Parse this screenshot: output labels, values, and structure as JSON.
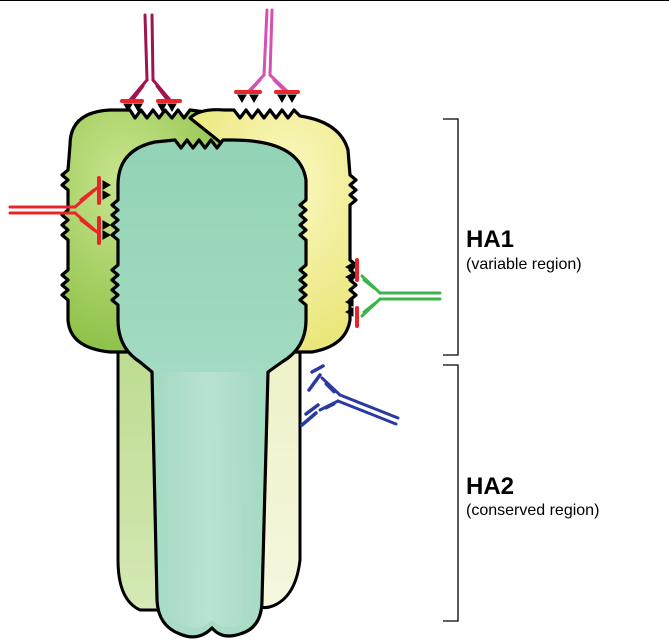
{
  "regions": [
    {
      "title": "HA1",
      "subtitle": "(variable region)"
    },
    {
      "title": "HA2",
      "subtitle": "(conserved region)"
    }
  ],
  "colors": {
    "body_left": "#a9d06a",
    "body_right": "#f1ef9a",
    "body_front": "#9dd6bd",
    "antibody_maroon": "#a0134f",
    "antibody_magenta": "#d64fb3",
    "antibody_red": "#e8262a",
    "antibody_green": "#3cb54a",
    "antibody_blue": "#2b3aa0",
    "epitope_bar": "#e8262a",
    "epitope_triangle": "#000000"
  },
  "antibodies": [
    {
      "id": "maroon",
      "color_key": "antibody_maroon"
    },
    {
      "id": "magenta",
      "color_key": "antibody_magenta"
    },
    {
      "id": "red",
      "color_key": "antibody_red"
    },
    {
      "id": "green",
      "color_key": "antibody_green"
    },
    {
      "id": "blue",
      "color_key": "antibody_blue"
    }
  ]
}
